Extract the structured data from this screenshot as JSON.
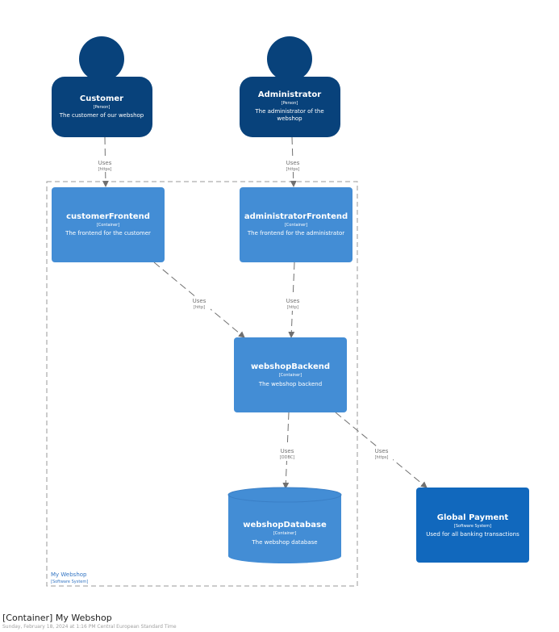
{
  "colors": {
    "person": "#08427b",
    "container": "#438dd5",
    "external_system": "#1168bd",
    "boundary_stroke": "#9a9a9a",
    "boundary_label": "#3476c4",
    "arrow": "#707070",
    "edge_label": "#707070"
  },
  "persons": {
    "customer": {
      "name": "Customer",
      "type": "[Person]",
      "description": "The customer of our webshop"
    },
    "administrator": {
      "name": "Administrator",
      "type": "[Person]",
      "description_line1": "The administrator of the",
      "description_line2": "webshop"
    }
  },
  "containers": {
    "customer_frontend": {
      "name": "customerFrontend",
      "type": "[Container]",
      "description": "The frontend for the customer"
    },
    "administrator_frontend": {
      "name": "administratorFrontend",
      "type": "[Container]",
      "description": "The frontend for the administrator"
    },
    "webshop_backend": {
      "name": "webshopBackend",
      "type": "[Container]",
      "description": "The webshop backend"
    },
    "webshop_database": {
      "name": "webshopDatabase",
      "type": "[Container]",
      "description": "The webshop database"
    }
  },
  "external": {
    "global_payment": {
      "name": "Global Payment",
      "type": "[Software System]",
      "description": "Used for all banking transactions"
    }
  },
  "boundary": {
    "name": "My Webshop",
    "type": "[Software System]"
  },
  "edges": {
    "customer_to_frontend": {
      "label": "Uses",
      "tech": "[https]"
    },
    "admin_to_frontend": {
      "label": "Uses",
      "tech": "[https]"
    },
    "customer_frontend_to_backend": {
      "label": "Uses",
      "tech": "[http]"
    },
    "admin_frontend_to_backend": {
      "label": "Uses",
      "tech": "[http]"
    },
    "backend_to_database": {
      "label": "Uses",
      "tech": "[ODBC]"
    },
    "backend_to_payment": {
      "label": "Uses",
      "tech": "[https]"
    }
  },
  "footer": {
    "title": "[Container] My Webshop",
    "timestamp": "Sunday, February 18, 2024 at 1:16 PM Central European Standard Time"
  }
}
